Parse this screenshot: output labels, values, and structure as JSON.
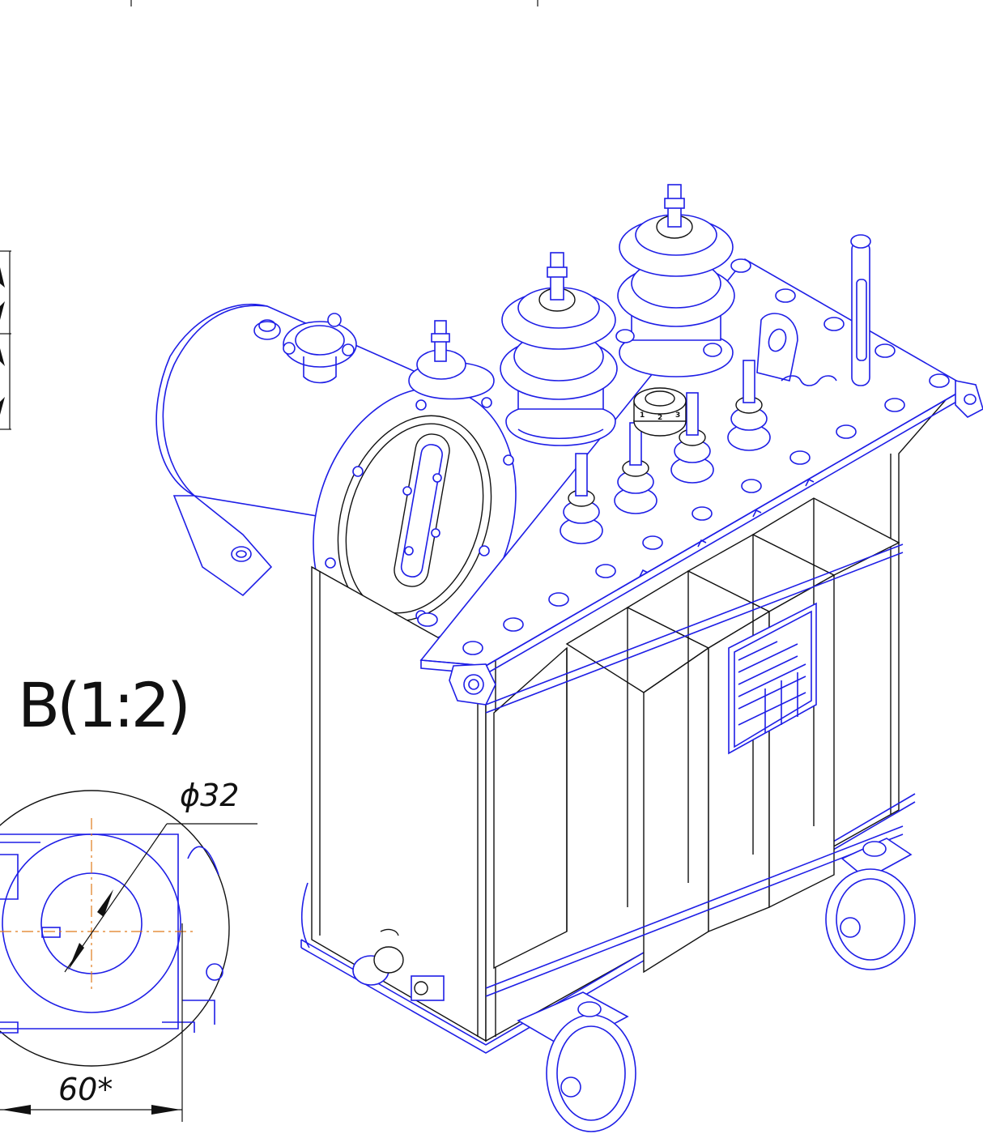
{
  "detail_view": {
    "label": "B(1:2)",
    "diameter_dim": "ϕ32",
    "width_dim": "60*"
  },
  "tap_switch": {
    "positions": [
      "1",
      "2",
      "3"
    ]
  },
  "colors": {
    "outline": "#1e1ee6",
    "centerline": "#e07a1a",
    "dimension": "#111111"
  }
}
